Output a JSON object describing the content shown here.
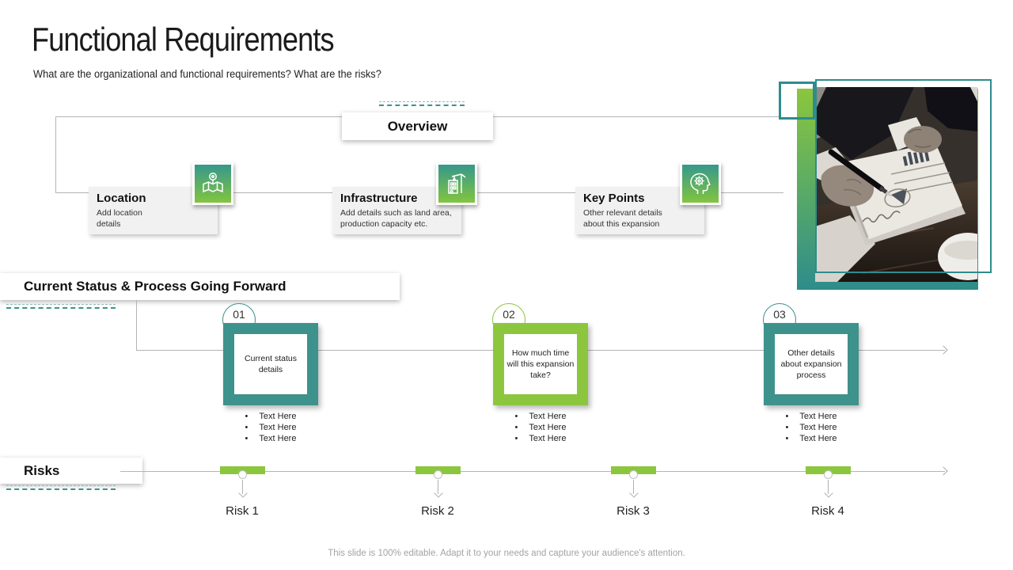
{
  "slide": {
    "title": "Functional Requirements",
    "subtitle": "What are the organizational and functional requirements? What are the risks?",
    "footer": "This slide is 100% editable. Adapt it to your needs and capture your audience's attention."
  },
  "overview": {
    "header": "Overview",
    "cards": [
      {
        "icon": "map-location-icon",
        "title": "Location",
        "body": "Add location details"
      },
      {
        "icon": "building-crane-icon",
        "title": "Infrastructure",
        "body": "Add details such as land area, production capacity etc."
      },
      {
        "icon": "head-gear-icon",
        "title": "Key Points",
        "body": "Other relevant details about this expansion"
      }
    ]
  },
  "process": {
    "header": "Current Status & Process Going Forward",
    "steps": [
      {
        "number": "01",
        "color": "teal",
        "text": "Current status details",
        "bullets": [
          "Text Here",
          "Text Here",
          "Text Here"
        ]
      },
      {
        "number": "02",
        "color": "green",
        "text": "How much time will this expansion take?",
        "bullets": [
          "Text Here",
          "Text Here",
          "Text Here"
        ]
      },
      {
        "number": "03",
        "color": "teal",
        "text": "Other details about expansion process",
        "bullets": [
          "Text Here",
          "Text Here",
          "Text Here"
        ]
      }
    ]
  },
  "risks": {
    "header": "Risks",
    "items": [
      "Risk 1",
      "Risk 2",
      "Risk 3",
      "Risk 4"
    ]
  },
  "photo": {
    "description": "businessman writing with pen on financial charts document"
  },
  "colors": {
    "teal": "#3D928C",
    "green": "#8CC63E",
    "icon_gradient_top": "#35988B",
    "icon_gradient_bottom": "#83C440",
    "line_gray": "#B4B4B4"
  }
}
